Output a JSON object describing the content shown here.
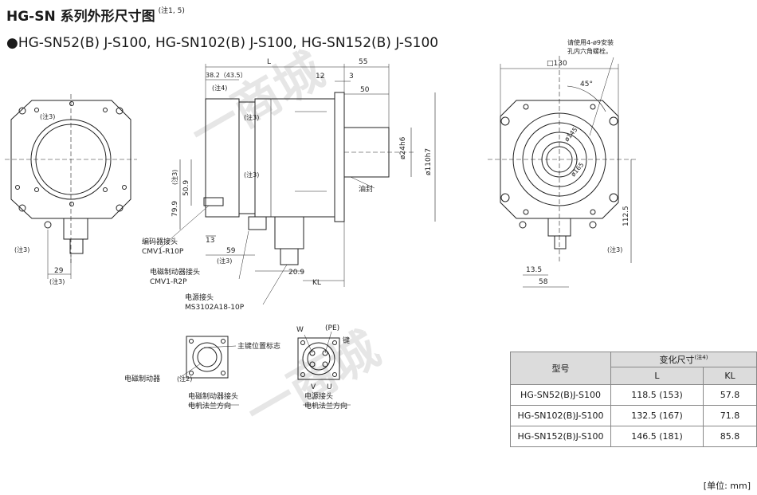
{
  "title": "HG-SN 系列外形尺寸图",
  "title_note": "(注1, 5)",
  "models_line": "HG-SN52(B) J-S100, HG-SN102(B) J-S100, HG-SN152(B) J-S100",
  "labels": {
    "L": "L",
    "d55": "55",
    "d382": "38.2（43.5）",
    "d12": "12",
    "d3": "3",
    "d50": "50",
    "note4": "(注4)",
    "note3": "(注3)",
    "note2": "(注2)",
    "d24h6": "ø24h6",
    "d110h7": "ø110h7",
    "oilseal": "油封",
    "d509": "50.9",
    "d799": "79.9",
    "d13": "13",
    "d59": "59",
    "d209": "20.9",
    "KL": "KL",
    "d29": "29",
    "encoder_conn": "编码器接头",
    "encoder_part": "CMV1-R10P",
    "brake_conn": "电磁制动器接头",
    "brake_part": "CMV1-R2P",
    "power_conn": "电源接头",
    "power_part": "MS3102A18-10P",
    "sq130": "□130",
    "d45deg": "45°",
    "d145": "ø145",
    "d165": "ø165",
    "bolt_note_1": "请使用4-ø9安装",
    "bolt_note_2": "孔内六角螺栓。",
    "d1125": "112.5",
    "d135": "13.5",
    "d58": "58",
    "key_mark": "主键位置标志",
    "brake_label": "电磁制动器",
    "brake_conn_dir_1": "电磁制动器接头",
    "brake_conn_dir_2": "电机法兰方向",
    "W": "W",
    "PE": "(PE)",
    "key": "键",
    "V": "V",
    "U": "U",
    "power_conn_dir_1": "电源接头",
    "power_conn_dir_2": "电机法兰方向"
  },
  "table": {
    "col_model": "型号",
    "col_variable": "变化尺寸",
    "col_variable_note": "(注4)",
    "col_L": "L",
    "col_KL": "KL",
    "rows": [
      {
        "model": "HG-SN52(B)J-S100",
        "L": "118.5 (153)",
        "KL": "57.8"
      },
      {
        "model": "HG-SN102(B)J-S100",
        "L": "132.5 (167)",
        "KL": "71.8"
      },
      {
        "model": "HG-SN152(B)J-S100",
        "L": "146.5 (181)",
        "KL": "85.8"
      }
    ]
  },
  "unit": "[单位: mm]",
  "watermark": "一商城"
}
